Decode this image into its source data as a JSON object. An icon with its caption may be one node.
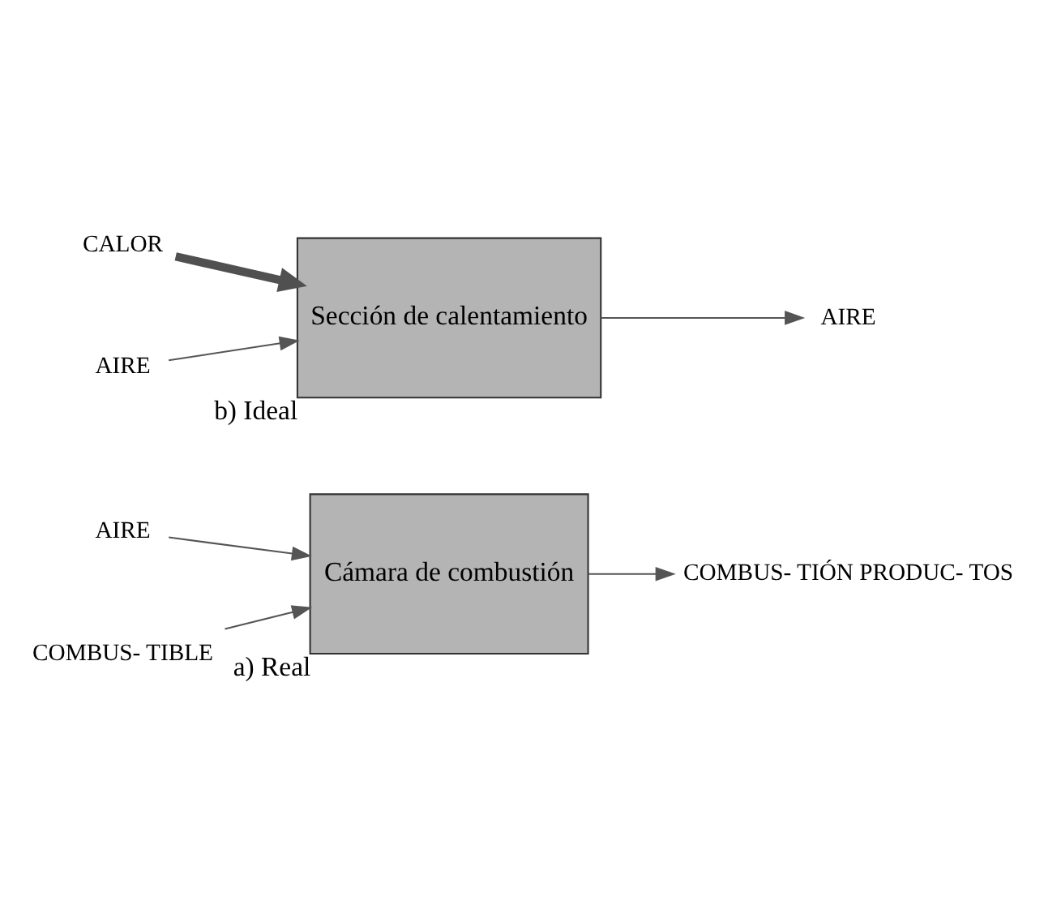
{
  "diagram": {
    "nodes": [
      {
        "text": [
          "AIRE"
        ]
      },
      {
        "text": [
          "COMBUS- TIBLE"
        ]
      },
      {
        "text": [
          "Cámara de combustión"
        ],
        "beside": [
          "a) Real"
        ]
      },
      {
        "text": [
          "COMBUS- TIÓN PRODUC- TOS"
        ]
      },
      {
        "text": [
          "CALOR"
        ]
      },
      {
        "text": [
          "AIRE"
        ]
      },
      {
        "text": [
          "Sección de calentamiento"
        ],
        "beside": [
          "b) Ideal"
        ]
      },
      {
        "text": [
          "AIRE"
        ]
      }
    ],
    "edges": [
      {
        "from": 0,
        "to": 2,
        "arrow": "to"
      },
      {
        "from": 1,
        "to": 2,
        "arrow": "to"
      },
      {
        "from": 2,
        "to": 3,
        "arrow": "to"
      },
      {
        "from": 4,
        "to": 6,
        "arrow": "to",
        "style": "thick",
        "color": "#505050"
      },
      {
        "from": 5,
        "to": 6,
        "arrow": "to"
      },
      {
        "from": 6,
        "to": 7,
        "arrow": "to"
      }
    ]
  }
}
